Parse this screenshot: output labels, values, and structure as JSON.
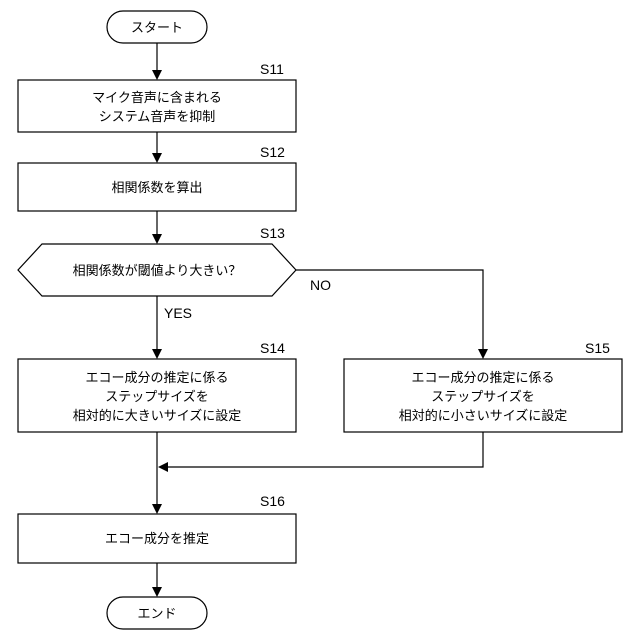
{
  "start": {
    "label": "スタート"
  },
  "end": {
    "label": "エンド"
  },
  "steps": {
    "s11": {
      "id": "S11",
      "lines": [
        "マイク音声に含まれる",
        "システム音声を抑制"
      ]
    },
    "s12": {
      "id": "S12",
      "lines": [
        "相関係数を算出"
      ]
    },
    "s13": {
      "id": "S13",
      "lines": [
        "相関係数が閾値より大きい？"
      ]
    },
    "s14": {
      "id": "S14",
      "lines": [
        "エコー成分の推定に係る",
        "ステップサイズを",
        "相対的に大きいサイズに設定"
      ]
    },
    "s15": {
      "id": "S15",
      "lines": [
        "エコー成分の推定に係る",
        "ステップサイズを",
        "相対的に小さいサイズに設定"
      ]
    },
    "s16": {
      "id": "S16",
      "lines": [
        "エコー成分を推定"
      ]
    }
  },
  "branches": {
    "yes": "YES",
    "no": "NO"
  }
}
